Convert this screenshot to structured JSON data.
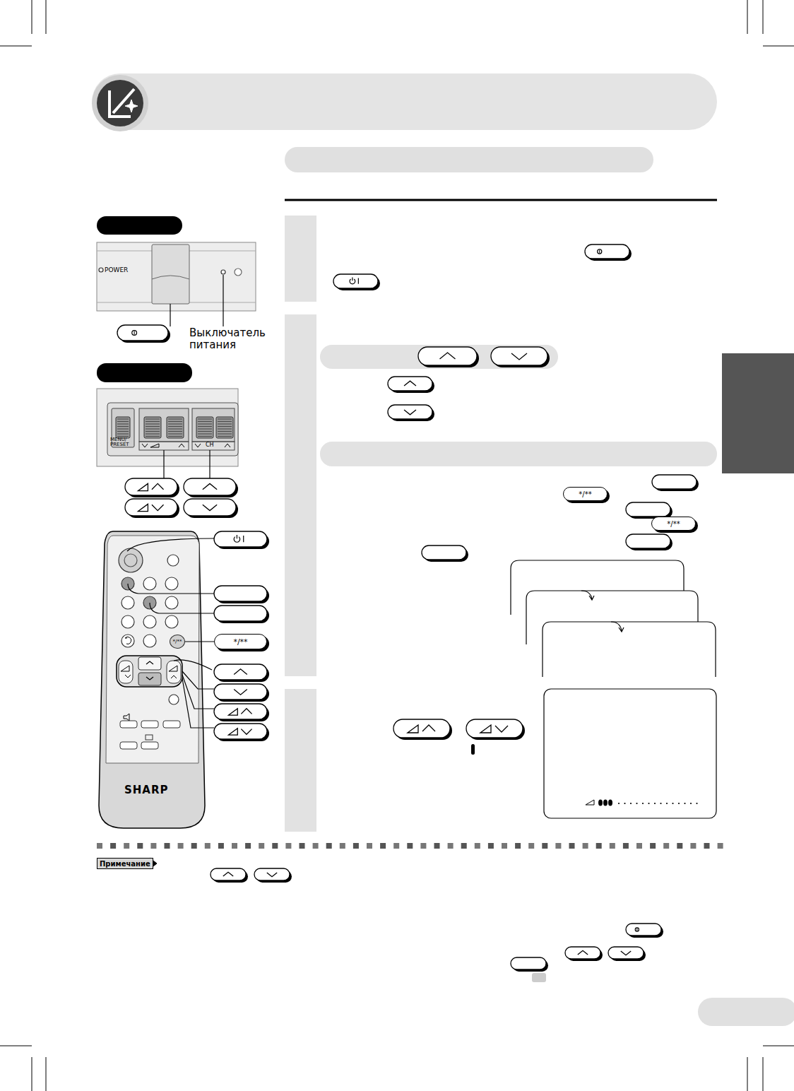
{
  "diagram": {
    "nodes": [
      {
        "text": [
          "*/**"
        ]
      },
      {
        "text": [
          "*/**"
        ]
      },
      {
        "text": [
          "*/**"
        ]
      },
      {
        "text": [
          "*/**"
        ]
      },
      {
        "text": [
          "Примечание"
        ]
      }
    ],
    "labels": [
      "POWER",
      "Выключатель питания",
      "MENU/ PRESET",
      "CH",
      "SHARP"
    ]
  }
}
